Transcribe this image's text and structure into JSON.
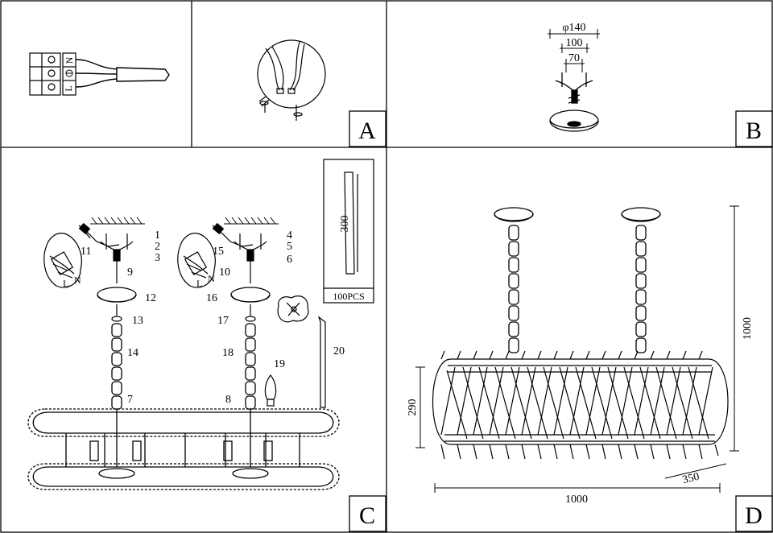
{
  "panels": {
    "a": {
      "letter": "A",
      "terminal_marks": [
        "N",
        "L"
      ]
    },
    "b": {
      "letter": "B",
      "dim_outer": "φ140",
      "dim_mid": "100",
      "dim_inner": "70"
    },
    "c": {
      "letter": "C",
      "parts_left": [
        "1",
        "2",
        "3",
        "11",
        "9",
        "12",
        "13",
        "14",
        "7"
      ],
      "parts_right": [
        "4",
        "5",
        "6",
        "15",
        "10",
        "16",
        "17",
        "18",
        "19",
        "8",
        "20"
      ],
      "rod_length": "300",
      "rod_count": "100PCS",
      "terminal_marks": [
        "L",
        "N"
      ]
    },
    "d": {
      "letter": "D",
      "height_total": "1000",
      "height_body": "290",
      "width": "1000",
      "depth": "350"
    }
  },
  "colors": {
    "line": "#000000",
    "background": "#ffffff"
  }
}
